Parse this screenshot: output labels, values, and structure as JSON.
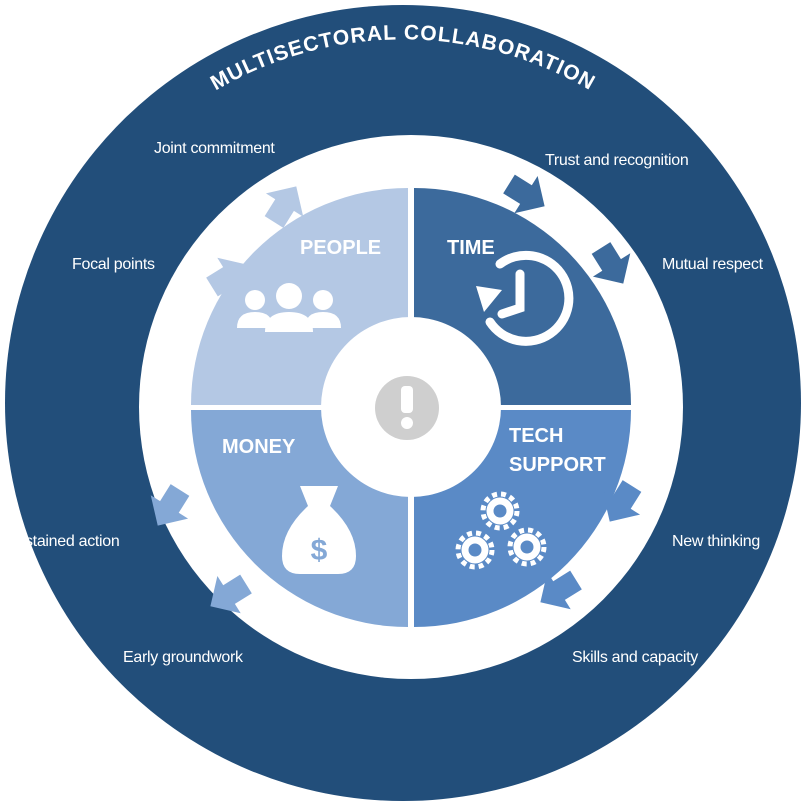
{
  "title": "MULTISECTORAL COLLABORATION",
  "colors": {
    "outer_ring": "#224e7a",
    "people": "#b4c8e4",
    "time": "#3c6a9c",
    "money": "#84a8d6",
    "tech": "#5a8ac6",
    "center": "#ffffff",
    "alert_icon": "#cfcfcf"
  },
  "quadrants": {
    "people": {
      "label": "PEOPLE",
      "icon": "group-icon"
    },
    "time": {
      "label": "TIME",
      "icon": "clock-icon"
    },
    "money": {
      "label": "MONEY",
      "icon": "money-bag-icon"
    },
    "tech": {
      "label_line1": "TECH",
      "label_line2": "SUPPORT",
      "icon": "gears-icon"
    }
  },
  "center_icon": "exclamation-icon",
  "labels": {
    "joint_commitment": "Joint commitment",
    "trust_recognition": "Trust and recognition",
    "focal_points": "Focal points",
    "mutual_respect": "Mutual respect",
    "sustained_action": "Sustained action",
    "new_thinking": "New thinking",
    "early_groundwork": "Early groundwork",
    "skills_capacity": "Skills and capacity"
  }
}
